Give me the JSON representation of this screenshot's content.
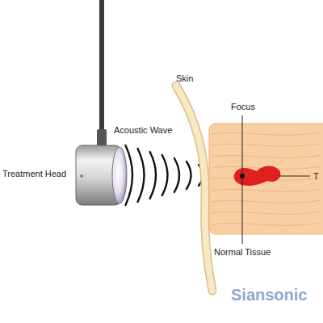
{
  "diagram": {
    "labels": [
      "Treatment Head",
      "Acoustic Wave",
      "Skin",
      "Focus",
      "Normal Tissue",
      "T",
      "Siansonic"
    ]
  }
}
